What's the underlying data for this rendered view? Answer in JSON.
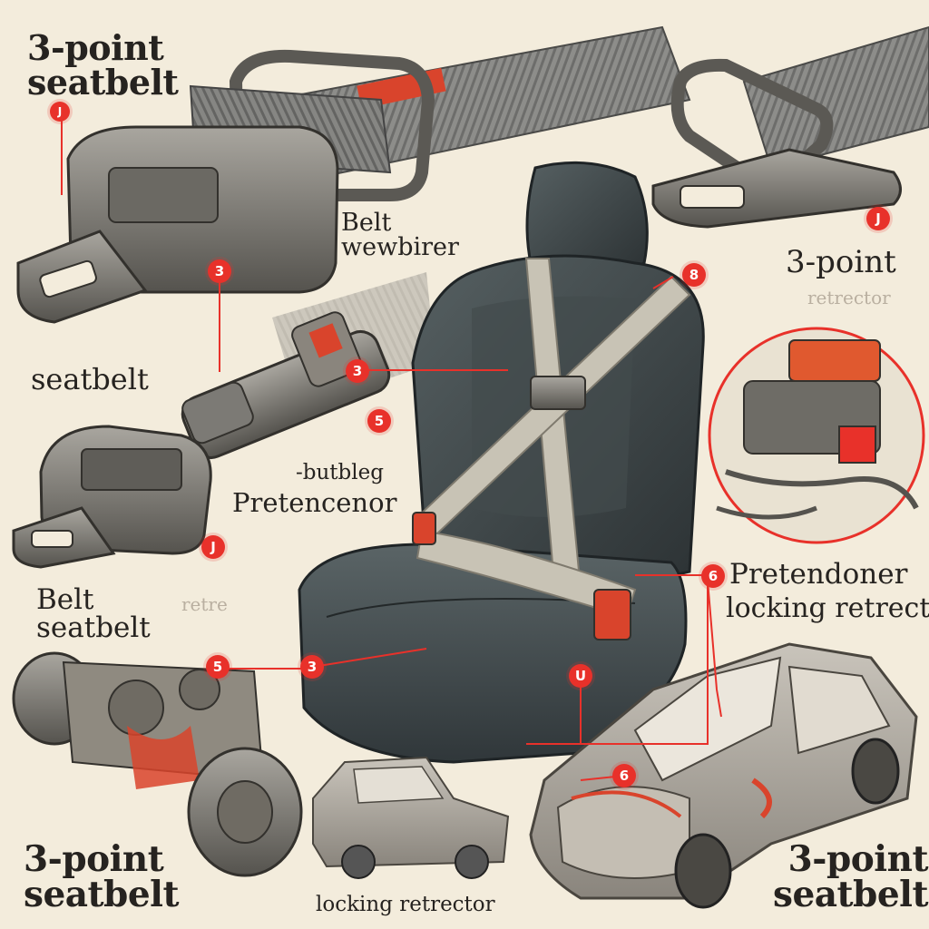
{
  "colors": {
    "background": "#f3ecdc",
    "ink": "#262320",
    "callout_red": "#e8312a",
    "webbing_gray": "#8a8a88",
    "seat_dark": "#3d4446",
    "metal": "#7c7a75"
  },
  "labels": {
    "top_left_title": "3-point\nseatbelt",
    "belt_webbing": "Belt\nwewbirer",
    "right_3point": "3-point",
    "right_faint": "retrector",
    "seatbelt_left": "seatbelt",
    "butbleg": "-butbleg",
    "pretencenor": "Pretencenor",
    "pretendoner": "Pretendoner",
    "locking_retrector_right": "locking retrector",
    "belt_seatbelt_left": "Belt\nseatbelt",
    "faint_mid": "retre",
    "bottom_left_title": "3-point\nseatbelt",
    "bottom_right_title": "3-point\nseatbelt",
    "bottom_caption": "locking retrector"
  },
  "callouts": [
    "J",
    "3",
    "5",
    "3",
    "J",
    "8",
    "5",
    "3",
    "6",
    "U",
    "6",
    "J"
  ]
}
